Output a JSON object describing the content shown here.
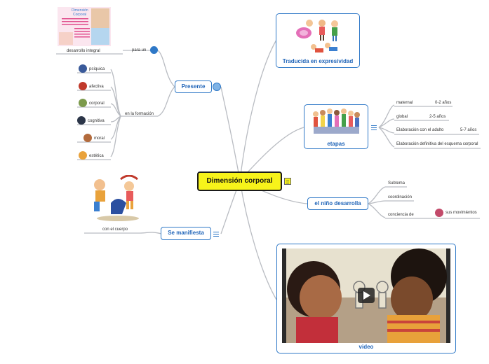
{
  "central": {
    "title": "Dimensión corporal"
  },
  "traducida": {
    "title": "Traducida en expresividad"
  },
  "etapas": {
    "title": "etapas",
    "items": [
      {
        "label": "maternal",
        "age": "0-2 años"
      },
      {
        "label": "global",
        "age": "2-5 años"
      },
      {
        "label": "Elaboración con el adulto",
        "age": "5-7 años"
      },
      {
        "label": "Elaboración definitiva del esquema corporal",
        "age": ""
      }
    ]
  },
  "nino": {
    "title": "el niño desarrolla",
    "items": [
      "Subtema",
      "coordinación",
      "conciencia de"
    ],
    "movimientos": "sus movimientos"
  },
  "presente": {
    "title": "Presente",
    "para_un": "para un",
    "desarrollo": "desarrollo integral",
    "formacion": "en la formación",
    "items": [
      "psíquica",
      "afectiva",
      "corporal",
      "cognitiva",
      "moral",
      "estética"
    ],
    "poster_lines": [
      "Dimensión",
      "Corporal"
    ]
  },
  "manifiesta": {
    "title": "Se manifiesta",
    "cuerpo": "con el cuerpo"
  },
  "video": {
    "title": "video"
  },
  "colors": {
    "branch": "#b9bcc2",
    "accent": "#2e78c7",
    "central_fill": "#f7f31a"
  }
}
